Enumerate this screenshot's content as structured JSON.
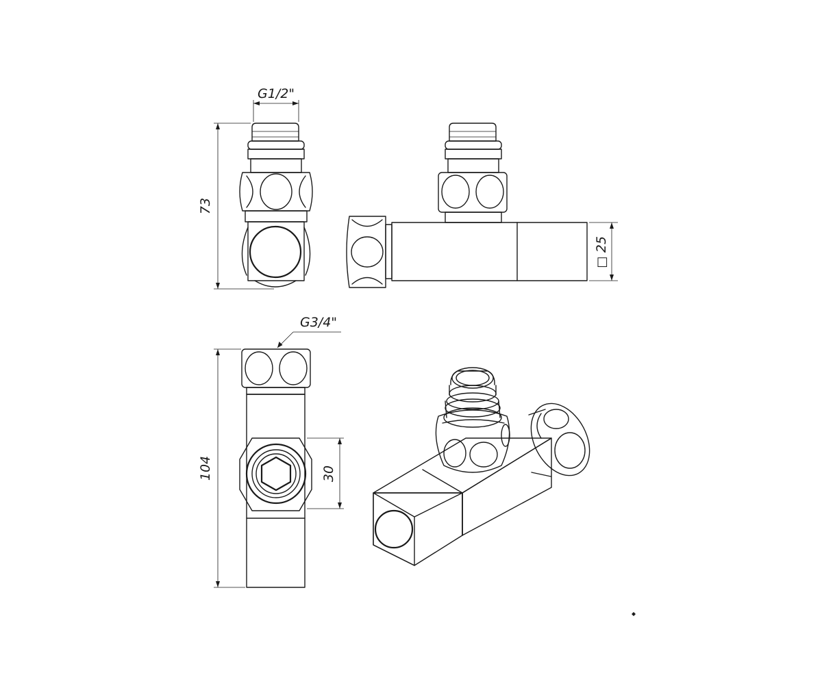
{
  "dimensions": {
    "thread_top": "G1/2\"",
    "height_side": "73",
    "square_size": "25",
    "square_symbol": "□",
    "thread_bottom": "G3/4\"",
    "height_front": "104",
    "offset": "30"
  },
  "colors": {
    "line": "#1a1a1a",
    "background": "#ffffff"
  }
}
